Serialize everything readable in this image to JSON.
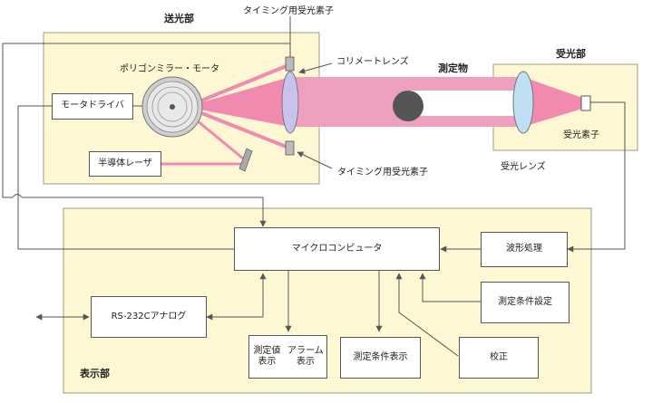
{
  "sections": {
    "transmitter": "送光部",
    "receiver": "受光部",
    "display": "表示部"
  },
  "labels": {
    "timing_top": "タイミング用受光素子",
    "timing_bottom": "タイミング用受光素子",
    "polygon_motor": "ポリゴンミラー・モータ",
    "collimator": "コリメートレンズ",
    "measured_object": "測定物",
    "receiver_element": "受光素子",
    "receiver_lens": "受光レンズ"
  },
  "boxes": {
    "motor_driver": "モータドライバ",
    "semiconductor_laser": "半導体レーザ",
    "microcomputer": "マイクロコンピュータ",
    "waveform": "波形処理",
    "condition_setting": "測定条件設定",
    "rs232c_line1": "RS-232C",
    "rs232c_line2": "アナログ",
    "value_display_line1": "測定値表示",
    "value_display_line2": "アラーム表示",
    "condition_display": "測定条件表示",
    "calibration": "校正"
  },
  "colors": {
    "panel_fill": "#fdf8d3",
    "beam": "#f08aae",
    "lens": "#c9c3ec",
    "receiver_lens": "#bfe0f2"
  }
}
